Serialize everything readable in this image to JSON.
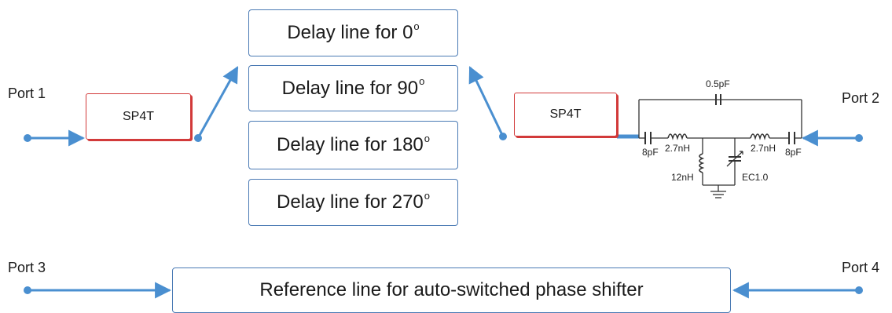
{
  "ports": {
    "p1": "Port 1",
    "p2": "Port 2",
    "p3": "Port 3",
    "p4": "Port 4"
  },
  "switches": {
    "left": "SP4T",
    "right": "SP4T"
  },
  "delay_lines": [
    {
      "text": "Delay line for 0",
      "sup": "o"
    },
    {
      "text": "Delay line for 90",
      "sup": "o"
    },
    {
      "text": "Delay line for 180",
      "sup": "o"
    },
    {
      "text": "Delay line for 270",
      "sup": "o"
    }
  ],
  "reference_line": "Reference line for auto-switched phase shifter",
  "circuit": {
    "c_top": "0.5pF",
    "c_left": "8pF",
    "l_left": "2.7nH",
    "l_shunt": "12nH",
    "l_right": "2.7nH",
    "c_right": "8pF",
    "varactor": "EC1.0"
  },
  "colors": {
    "wire": "#4a8fd0",
    "box_border": "#4a7ab4",
    "switch_border": "#d23a3a",
    "circuit": "#333333"
  }
}
